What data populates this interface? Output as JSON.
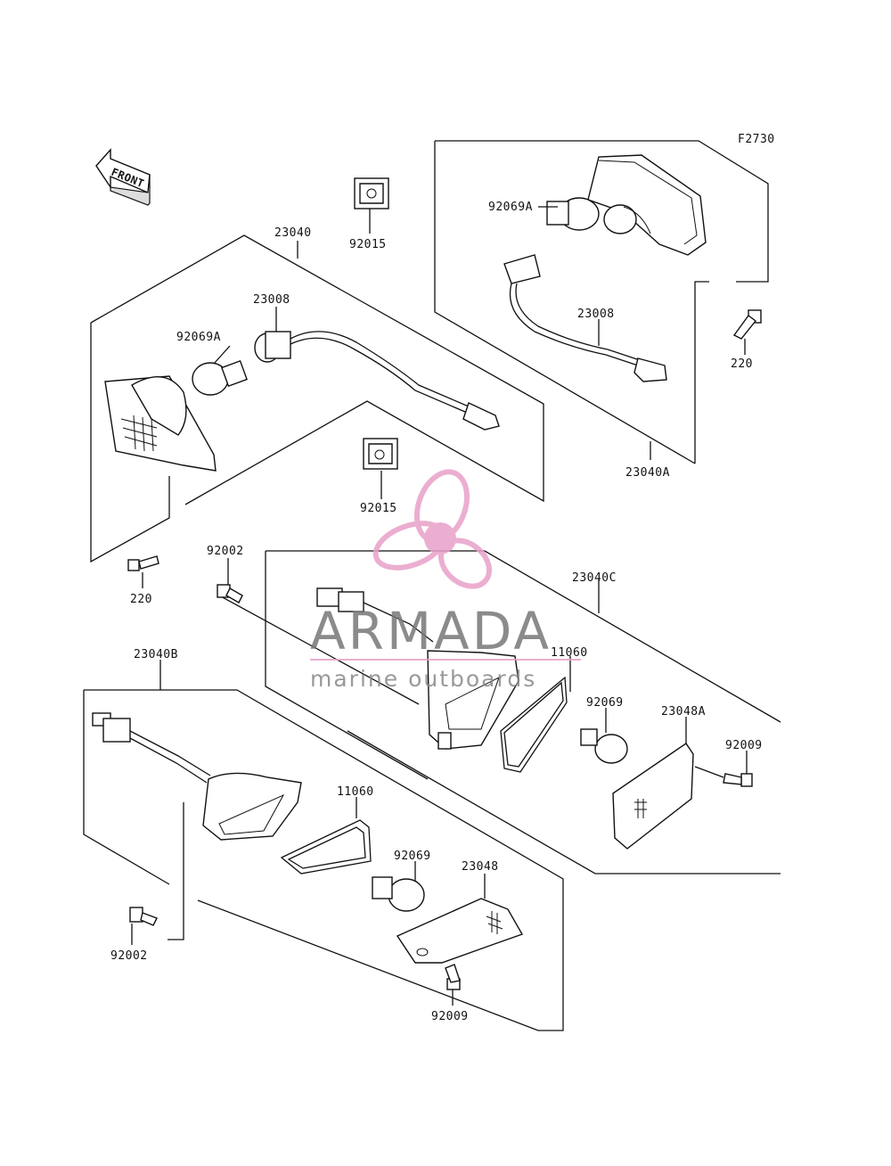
{
  "figure_code": "F2730",
  "front_label": "FRONT",
  "labels": {
    "p23040": "23040",
    "p92015_top": "92015",
    "p23008_left": "23008",
    "p92069A_left": "92069A",
    "p92015_mid": "92015",
    "p220_left": "220",
    "p92069A_right": "92069A",
    "p23008_right": "23008",
    "p220_right": "220",
    "p23040A": "23040A",
    "p92002_upper": "92002",
    "p23040C": "23040C",
    "p11060_upper": "11060",
    "p92069_upper": "92069",
    "p23048A": "23048A",
    "p92009_upper": "92009",
    "p23040B": "23040B",
    "p11060_lower": "11060",
    "p92069_lower": "92069",
    "p23048": "23048",
    "p92002_lower": "92002",
    "p92009_lower": "92009"
  },
  "watermark": {
    "brand": "ARMADA",
    "tagline": "marine outboards",
    "logo_color": "#e8a0c8",
    "text_color": "#777777"
  }
}
